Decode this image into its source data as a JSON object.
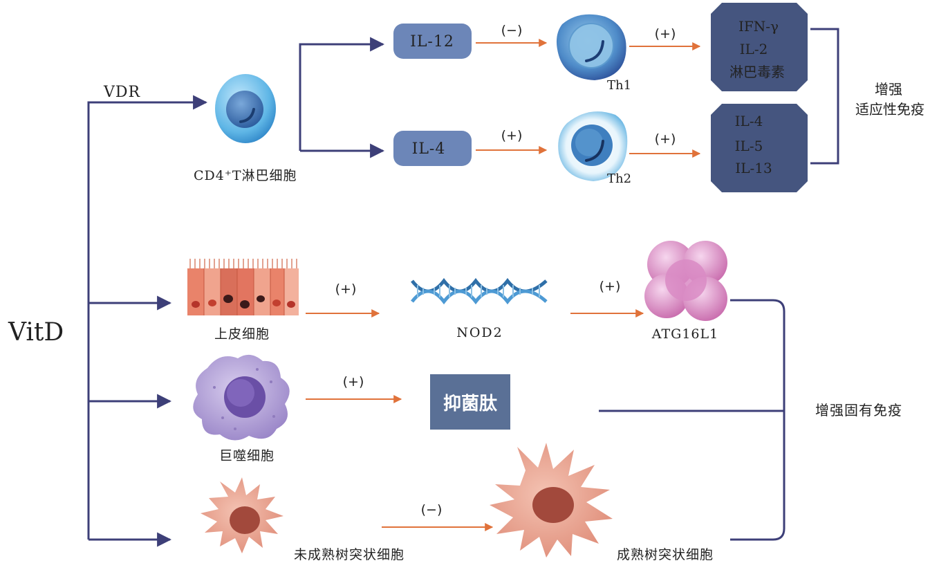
{
  "root": {
    "label": "VitD",
    "receptor_label": "VDR"
  },
  "adaptive": {
    "cd4_label": "CD4⁺T淋巴细胞",
    "il12": {
      "label": "IL-12",
      "sign": "(−)"
    },
    "il4": {
      "label": "IL-4",
      "sign": "(+)"
    },
    "th1": {
      "label": "Th1",
      "sign": "(+)",
      "products": [
        "IFN-γ",
        "IL-2",
        "淋巴毒素"
      ]
    },
    "th2": {
      "label": "Th2",
      "sign": "(+)",
      "products": [
        "IL-4",
        "IL-5",
        "IL-13"
      ]
    },
    "outcome": [
      "增强",
      "适应性免疫"
    ]
  },
  "innate": {
    "epithelial": {
      "label": "上皮细胞",
      "sign": "(+)"
    },
    "nod2": {
      "label": "NOD2",
      "sign": "(+)"
    },
    "atg16l1": {
      "label": "ATG16L1"
    },
    "macrophage": {
      "label": "巨噬细胞",
      "sign": "(+)"
    },
    "amp": {
      "label": "抑菌肽"
    },
    "immature_dc": {
      "label": "未成熟树突状细胞",
      "sign": "(−)"
    },
    "mature_dc": {
      "label": "成熟树突状细胞"
    },
    "outcome": "增强固有免疫"
  },
  "colors": {
    "connector": "#3d3f78",
    "arrow_orange": "#e0723a",
    "pill": "#6c86b8",
    "octagon": "#45557f",
    "amp_box": "#5a7096"
  }
}
